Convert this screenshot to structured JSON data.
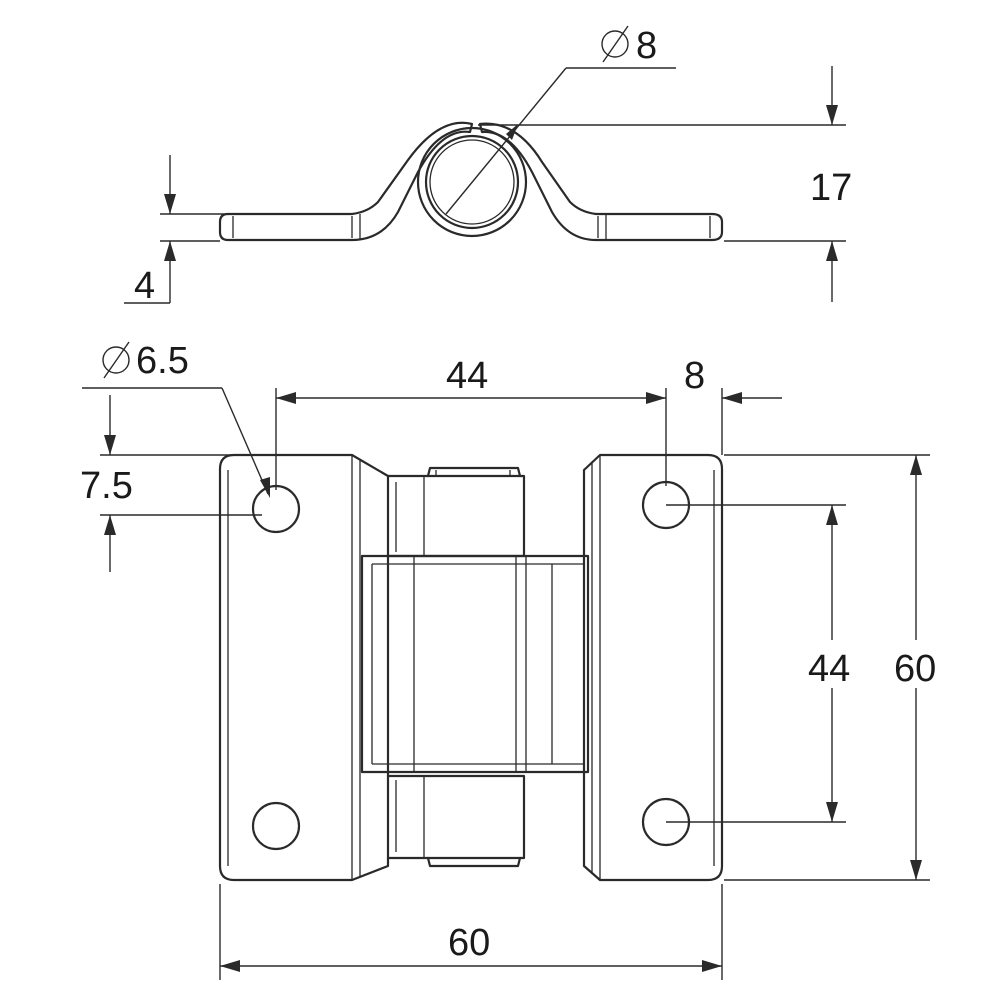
{
  "drawing": {
    "top_view": {
      "pin_diameter": "8",
      "height": "17",
      "thickness": "4"
    },
    "front_view": {
      "hole_diameter": "6.5",
      "hole_offset": "7.5",
      "hole_spacing_horizontal": "44",
      "edge_offset": "8",
      "hole_spacing_vertical": "44",
      "height": "60",
      "width": "60"
    }
  }
}
